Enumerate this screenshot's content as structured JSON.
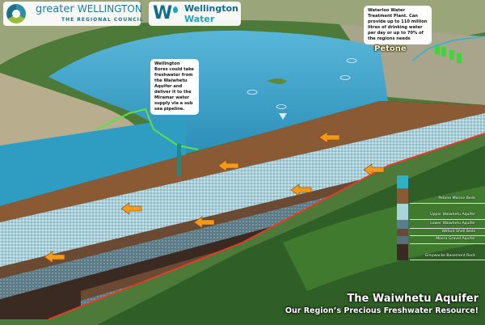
{
  "logos": {
    "gw_name_a": "greater",
    "gw_name_b": "WELLINGTON",
    "gw_sub": "THE REGIONAL COUNCIL",
    "ww_line1": "Wellington",
    "ww_line2": "Water"
  },
  "callouts": {
    "waterloo": "Waterloo Water Treatment Plant. Can provide up to 110 million litres of drinking water per day or up to 70% of the regions needs",
    "bores": "Wellington  Bores could take freshwater from the Waiwhetu Aquifer and deliver it to the Miramar water supply via a sub sea pipeline."
  },
  "places": {
    "petone": "Petone"
  },
  "legend": [
    {
      "label": "",
      "color": "#2fb0c4"
    },
    {
      "label": "Petone Marine Beds",
      "color": "#8a5a34"
    },
    {
      "label": "Upper Waiwhetu Aquifer",
      "color": "#a8d4dc"
    },
    {
      "label": "Lower Waiwhetu Aquifer",
      "color": "#5a7d8a"
    },
    {
      "label": "Wilford Shell Beds",
      "color": "#6b4a33"
    },
    {
      "label": "Moera Gravel Aquifer",
      "color": "#55707a"
    },
    {
      "label": "Greywacke Basement Rock",
      "color": "#3a2a22"
    }
  ],
  "title": {
    "main": "The Waiwhetu Aquifer",
    "sub": "Our Region’s Precious Freshwater Resource!"
  },
  "colors": {
    "sea": "#3fa3c9",
    "arrow": "#f39a1c",
    "fault": "#e53a2a",
    "pipe": "#5fe04a"
  }
}
